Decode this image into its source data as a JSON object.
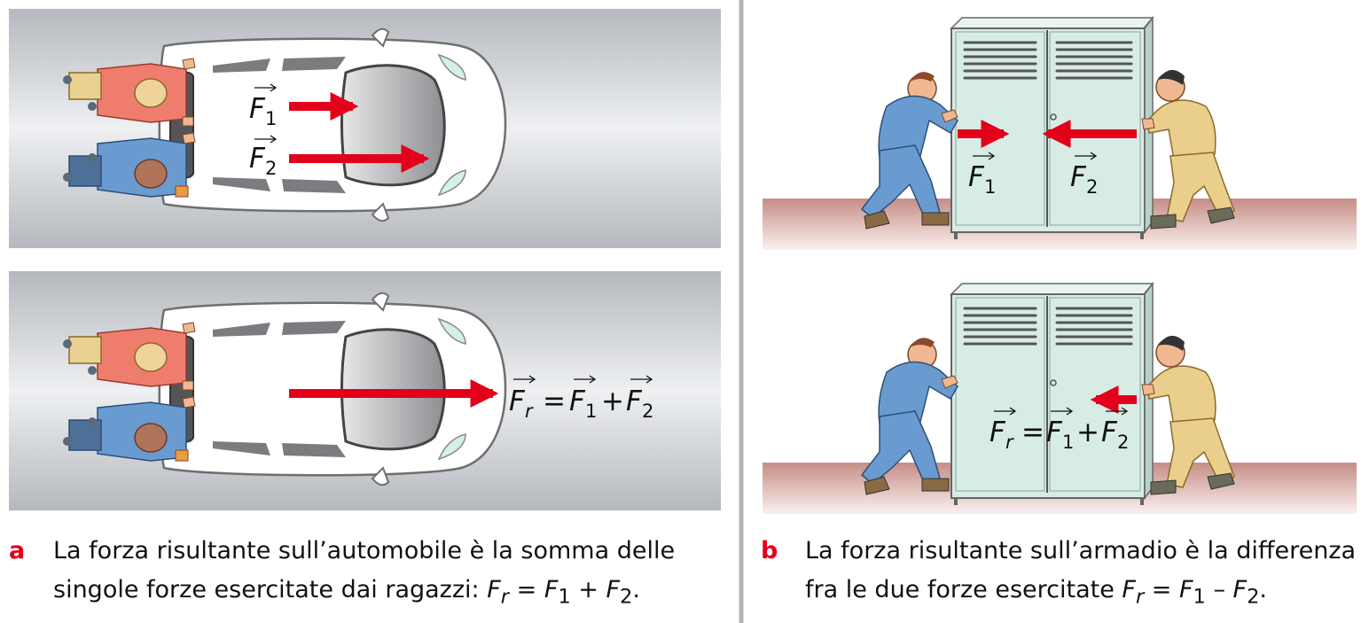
{
  "panel_a": {
    "top": {
      "label_f1": {
        "base": "F",
        "sub": "1"
      },
      "label_f2": {
        "base": "F",
        "sub": "2"
      }
    },
    "bottom": {
      "equation": {
        "lhs_base": "F",
        "lhs_sub": "r",
        "eq": "=",
        "t1_base": "F",
        "t1_sub": "1",
        "op": "+",
        "t2_base": "F",
        "t2_sub": "2"
      }
    },
    "caption": {
      "letter": "a",
      "line1": "La forza risultante sull’automobile è la somma delle",
      "line2_prefix": "singole forze esercitate dai ragazzi: ",
      "formula": {
        "lhs": "F",
        "lhs_sub": "r",
        "eq": " = ",
        "t1": "F",
        "t1_sub": "1",
        "op": " + ",
        "t2": "F",
        "t2_sub": "2",
        "end": "."
      }
    }
  },
  "panel_b": {
    "top": {
      "label_f1": {
        "base": "F",
        "sub": "1"
      },
      "label_f2": {
        "base": "F",
        "sub": "2"
      }
    },
    "bottom": {
      "equation": {
        "lhs_base": "F",
        "lhs_sub": "r",
        "eq": "=",
        "t1_base": "F",
        "t1_sub": "1",
        "op": "+",
        "t2_base": "F",
        "t2_sub": "2"
      }
    },
    "caption": {
      "letter": "b",
      "line1": "La forza risultante sull’armadio è la differenza",
      "line2_prefix": "fra le due forze esercitate ",
      "formula": {
        "lhs": "F",
        "lhs_sub": "r",
        "eq": " = ",
        "t1": "F",
        "t1_sub": "1",
        "op": " – ",
        "t2": "F",
        "t2_sub": "2",
        "end": "."
      }
    }
  },
  "colors": {
    "arrow": "#e2001a",
    "road": "#c9ccd1",
    "floor": "#dba8a2",
    "cabinet": "#d8ece6",
    "person_red": "#ef7d6e",
    "person_blue": "#6a9bd0",
    "person_yellow": "#e9cf8b"
  }
}
